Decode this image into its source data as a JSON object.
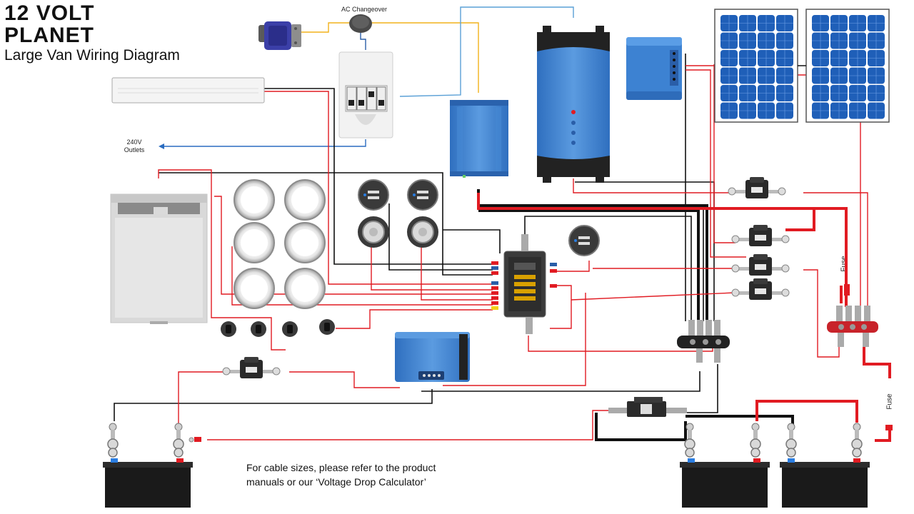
{
  "brand": {
    "line1": "12 VOLT",
    "line2": "PLANET",
    "accent_color": "#d8232a"
  },
  "title": "Large Van Wiring Diagram",
  "labels": {
    "ac_changeover": "AC Changeover",
    "outlets_line1": "240V",
    "outlets_line2": "Outlets",
    "fuse_upper": "Fuse",
    "fuse_lower": "Fuse"
  },
  "note": {
    "line1": "For cable sizes, please refer to the product",
    "line2": "manuals or our ‘Voltage Drop Calculator’"
  },
  "colors": {
    "positive_cable": "#e11b22",
    "negative_cable": "#111111",
    "ac_live": "#f2b21b",
    "ac_neutral": "#5aa0d6",
    "device_blue": "#3d7cc9",
    "panel_blue": "#1f5fb8"
  },
  "icons": [
    "shore-power-inlet-icon",
    "changeover-switch-icon",
    "solar-panel-icon",
    "battery-icon",
    "fuse-holder-icon",
    "fuse-box-icon",
    "busbar-icon",
    "led-light-icon",
    "usb-socket-icon",
    "rocker-switch-icon",
    "fridge-icon",
    "inverter-charger-icon",
    "mppt-controller-icon",
    "dc-dc-charger-icon",
    "shunt-icon"
  ]
}
